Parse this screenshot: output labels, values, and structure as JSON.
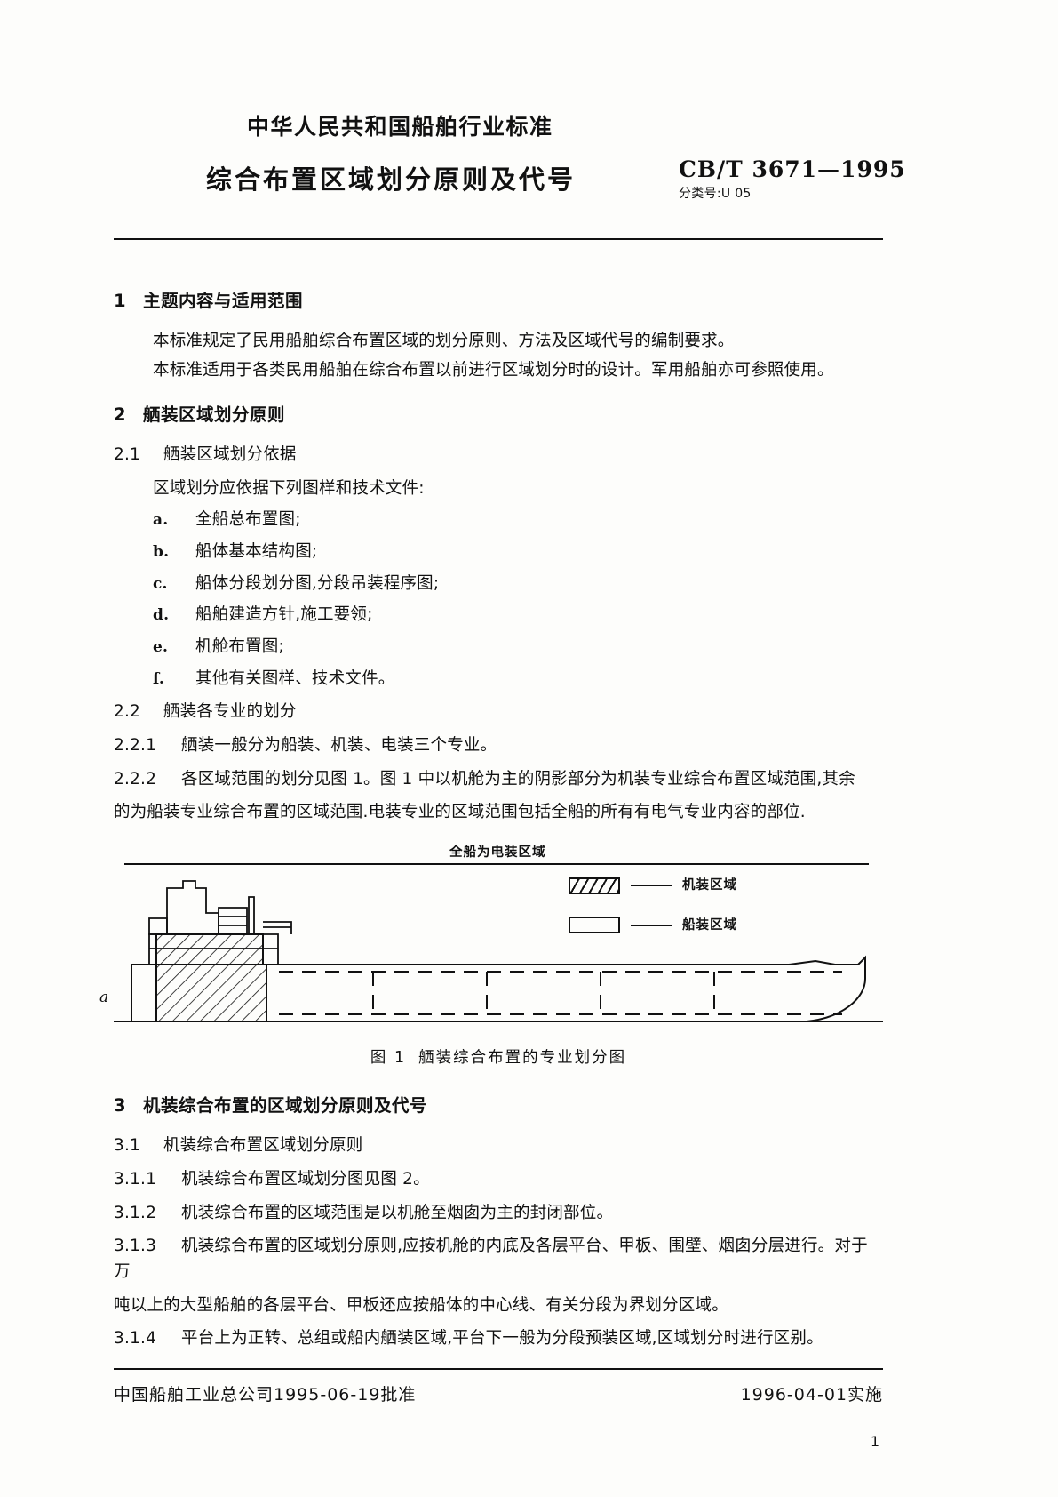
{
  "header": {
    "organization": "中华人民共和国船舶行业标准",
    "standard_number": "CB/T 3671—1995",
    "classification": "分类号:U 05",
    "title": "综合布置区域划分原则及代号"
  },
  "sections": {
    "s1": {
      "number": "1",
      "heading": "主题内容与适用范围",
      "para1": "本标准规定了民用船舶综合布置区域的划分原则、方法及区域代号的编制要求。",
      "para2": "本标准适用于各类民用船舶在综合布置以前进行区域划分时的设计。军用船舶亦可参照使用。"
    },
    "s2": {
      "number": "2",
      "heading": "舾装区域划分原则",
      "c21": {
        "num": "2.1",
        "title": "舾装区域划分依据",
        "lead": "区域划分应依据下列图样和技术文件:",
        "items": [
          {
            "mark": "a.",
            "text": "全船总布置图;"
          },
          {
            "mark": "b.",
            "text": "船体基本结构图;"
          },
          {
            "mark": "c.",
            "text": "船体分段划分图,分段吊装程序图;"
          },
          {
            "mark": "d.",
            "text": "船舶建造方针,施工要领;"
          },
          {
            "mark": "e.",
            "text": "机舱布置图;"
          },
          {
            "mark": "f.",
            "text": "其他有关图样、技术文件。"
          }
        ]
      },
      "c22": {
        "num": "2.2",
        "title": "舾装各专业的划分"
      },
      "c221": {
        "num": "2.2.1",
        "text": "舾装一般分为船装、机装、电装三个专业。"
      },
      "c222": {
        "num": "2.2.2",
        "text": "各区域范围的划分见图 1。图 1 中以机舱为主的阴影部分为机装专业综合布置区域范围,其余",
        "text_cont": "的为船装专业综合布置的区域范围.电装专业的区域范围包括全船的所有有电气专业内容的部位."
      }
    },
    "s3": {
      "number": "3",
      "heading": "机装综合布置的区域划分原则及代号",
      "c31": {
        "num": "3.1",
        "title": "机装综合布置区域划分原则"
      },
      "c311": {
        "num": "3.1.1",
        "text": "机装综合布置区域划分图见图 2。"
      },
      "c312": {
        "num": "3.1.2",
        "text": "机装综合布置的区域范围是以机舱至烟囱为主的封闭部位。"
      },
      "c313": {
        "num": "3.1.3",
        "text": "机装综合布置的区域划分原则,应按机舱的内底及各层平台、甲板、围壁、烟囱分层进行。对于万",
        "text_cont": "吨以上的大型船舶的各层平台、甲板还应按船体的中心线、有关分段为界划分区域。"
      },
      "c314": {
        "num": "3.1.4",
        "text": "平台上为正转、总组或船内舾装区域,平台下一般为分段预装区域,区域划分时进行区别。"
      }
    }
  },
  "figure": {
    "top_label": "全船为电装区域",
    "legend": [
      {
        "swatch": "hatched",
        "label": "机装区域"
      },
      {
        "swatch": "plain",
        "label": "船装区域"
      }
    ],
    "datum_mark": "a",
    "caption_number": "图 1",
    "caption_text": "舾装综合布置的专业划分图"
  },
  "footer": {
    "approval": "中国船舶工业总公司1995-06-19批准",
    "effective": "1996-04-01实施",
    "page_number": "1"
  }
}
